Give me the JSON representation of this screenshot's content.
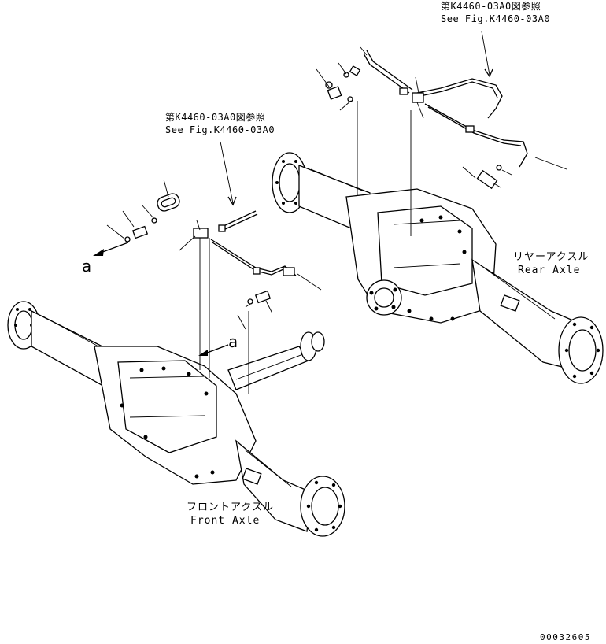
{
  "labels": {
    "ref_top_jp": "第K4460-03A0図参照",
    "ref_top_en": "See Fig.K4460-03A0",
    "ref_mid_jp": "第K4460-03A0図参照",
    "ref_mid_en": "See Fig.K4460-03A0",
    "rear_axle_jp": "リヤーアクスル",
    "rear_axle_en": "Rear Axle",
    "front_axle_jp": "フロントアクスル",
    "front_axle_en": "Front Axle",
    "view_a_left": "a",
    "view_a_center": "a",
    "drawing_number": "00032605"
  },
  "colors": {
    "line": "#000000",
    "background": "#ffffff"
  }
}
